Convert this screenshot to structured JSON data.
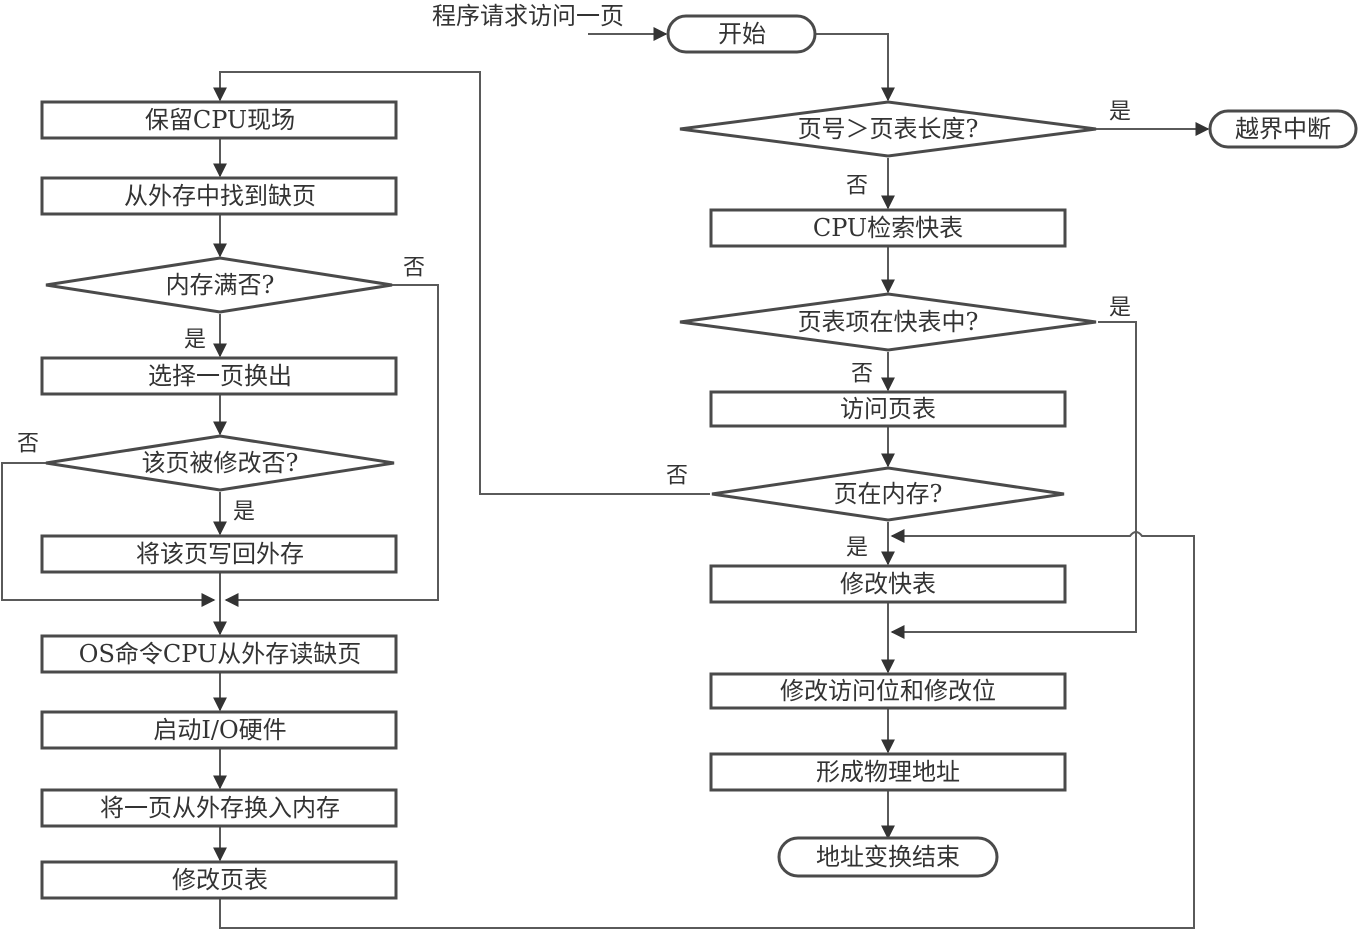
{
  "start_note": "程序请求访问一页",
  "nodes": {
    "start": "开始",
    "check_page_len": "页号＞页表长度?",
    "out_of_bounds": "越界中断",
    "cpu_search_tlb": "CPU检索快表",
    "entry_in_tlb": "页表项在快表中?",
    "access_page_table": "访问页表",
    "page_in_memory": "页在内存?",
    "update_tlb": "修改快表",
    "update_bits": "修改访问位和修改位",
    "form_physical_address": "形成物理地址",
    "end": "地址变换结束",
    "save_cpu_state": "保留CPU现场",
    "find_page_in_storage": "从外存中找到缺页",
    "memory_full": "内存满否?",
    "select_page_out": "选择一页换出",
    "page_modified": "该页被修改否?",
    "write_back": "将该页写回外存",
    "os_cmd_read": "OS命令CPU从外存读缺页",
    "start_io": "启动I/O硬件",
    "swap_in": "将一页从外存换入内存",
    "update_page_table": "修改页表"
  },
  "labels": {
    "yes": "是",
    "no": "否"
  }
}
